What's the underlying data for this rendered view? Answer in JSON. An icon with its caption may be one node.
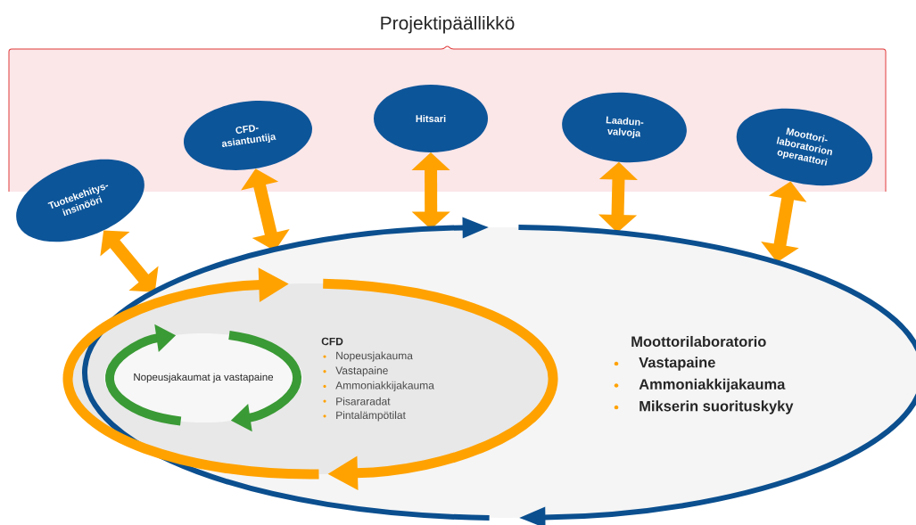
{
  "diagram": {
    "nodes": [
      {
        "text": [
          "Projektipäällikkö"
        ]
      },
      {
        "text": [
          "Tuotekehitys-insinööri"
        ]
      },
      {
        "text": [
          "CFD-asiantuntija"
        ],
        "in": 0
      },
      {
        "text": [
          "Hitsari"
        ],
        "in": 0
      },
      {
        "text": [
          "Laadun-valvoja"
        ],
        "in": 0
      },
      {
        "text": [
          "Moottori-laboratorion operaattori"
        ],
        "in": 0
      },
      {
        "text": [
          "Moottorilaboratorio",
          "Vastapaine",
          "Ammoniakkijakauma",
          "Mikserin suorituskyky"
        ]
      },
      {
        "text": [
          "CFD",
          "Nopeusjakauma",
          "Vastapaine",
          "Ammoniakkijakauma",
          "Pisararadat",
          "Pintalämpötilat"
        ],
        "in": 6
      },
      {
        "text": [
          "Nopeusjakaumat ja vastapaine"
        ],
        "in": 7
      }
    ],
    "edges": [
      {
        "from": 1,
        "to": 6,
        "arrow": "both"
      },
      {
        "from": 2,
        "to": 6,
        "arrow": "both"
      },
      {
        "from": 3,
        "to": 6,
        "arrow": "both"
      },
      {
        "from": 4,
        "to": 6,
        "arrow": "both"
      },
      {
        "from": 5,
        "to": 6,
        "arrow": "both"
      }
    ]
  }
}
